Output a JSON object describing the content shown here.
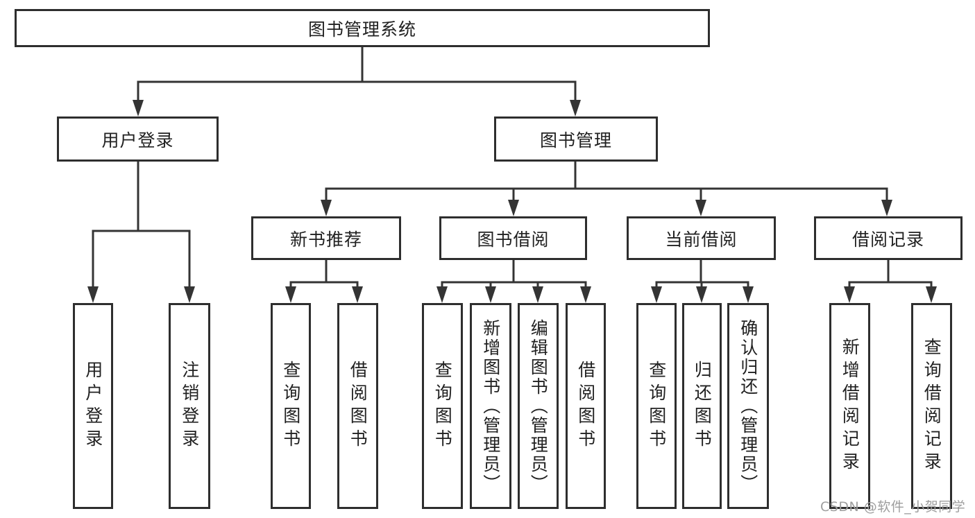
{
  "tree": {
    "root": {
      "label": "图书管理系统"
    },
    "children": [
      {
        "label": "用户登录",
        "children": [
          {
            "label": "用户登录"
          },
          {
            "label": "注销登录"
          }
        ]
      },
      {
        "label": "图书管理",
        "children": [
          {
            "label": "新书推荐",
            "children": [
              {
                "label": "查询图书"
              },
              {
                "label": "借阅图书"
              }
            ]
          },
          {
            "label": "图书借阅",
            "children": [
              {
                "label": "查询图书"
              },
              {
                "label": "新增图书（管理员）"
              },
              {
                "label": "编辑图书（管理员）"
              },
              {
                "label": "借阅图书"
              }
            ]
          },
          {
            "label": "当前借阅",
            "children": [
              {
                "label": "查询图书"
              },
              {
                "label": "归还图书"
              },
              {
                "label": "确认归还（管理员）"
              }
            ]
          },
          {
            "label": "借阅记录",
            "children": [
              {
                "label": "新增借阅记录"
              },
              {
                "label": "查询借阅记录"
              }
            ]
          }
        ]
      }
    ]
  },
  "watermark": {
    "text": "CSDN @软件_小贺同学",
    "color": "#9e9e9e"
  },
  "colors": {
    "line": "#343434",
    "box_border": "#2e2e2e",
    "text": "#212121",
    "background": "#ffffff"
  }
}
